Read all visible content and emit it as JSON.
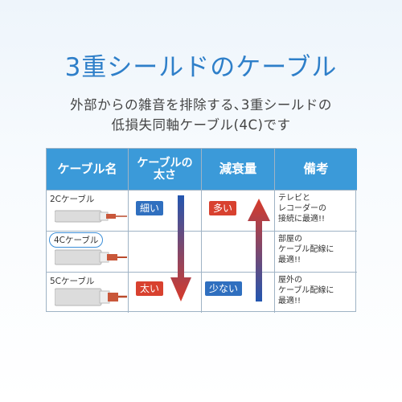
{
  "title": "3重シールドのケーブル",
  "description": {
    "line1": "外部からの雑音を排除する､3重シールドの",
    "line2": "低損失同軸ケーブル(4C)です"
  },
  "table": {
    "headers": {
      "cable_name": "ケーブル名",
      "thickness_line1": "ケーブルの",
      "thickness_line2": "太さ",
      "attenuation": "減衰量",
      "remarks": "備考"
    },
    "rows": [
      {
        "name": "2Cケーブル",
        "thickness_tag": "細い",
        "attenuation_tag": "多い",
        "note_lines": [
          "テレビと",
          "レコーダーの",
          "接続に最適!!"
        ]
      },
      {
        "name": "4Cケーブル",
        "note_lines": [
          "部屋の",
          "ケーブル配線に",
          "最適!!"
        ]
      },
      {
        "name": "5Cケーブル",
        "thickness_tag": "太い",
        "attenuation_tag": "少ない",
        "note_lines": [
          "屋外の",
          "ケーブル配線に",
          "最適!!"
        ]
      }
    ]
  },
  "colors": {
    "title_blue": "#2e7fc9",
    "header_blue": "#3b9ad9",
    "tag_blue": "#2f6fbf",
    "tag_red": "#d8412f",
    "cable_copper": "#c9573a"
  }
}
